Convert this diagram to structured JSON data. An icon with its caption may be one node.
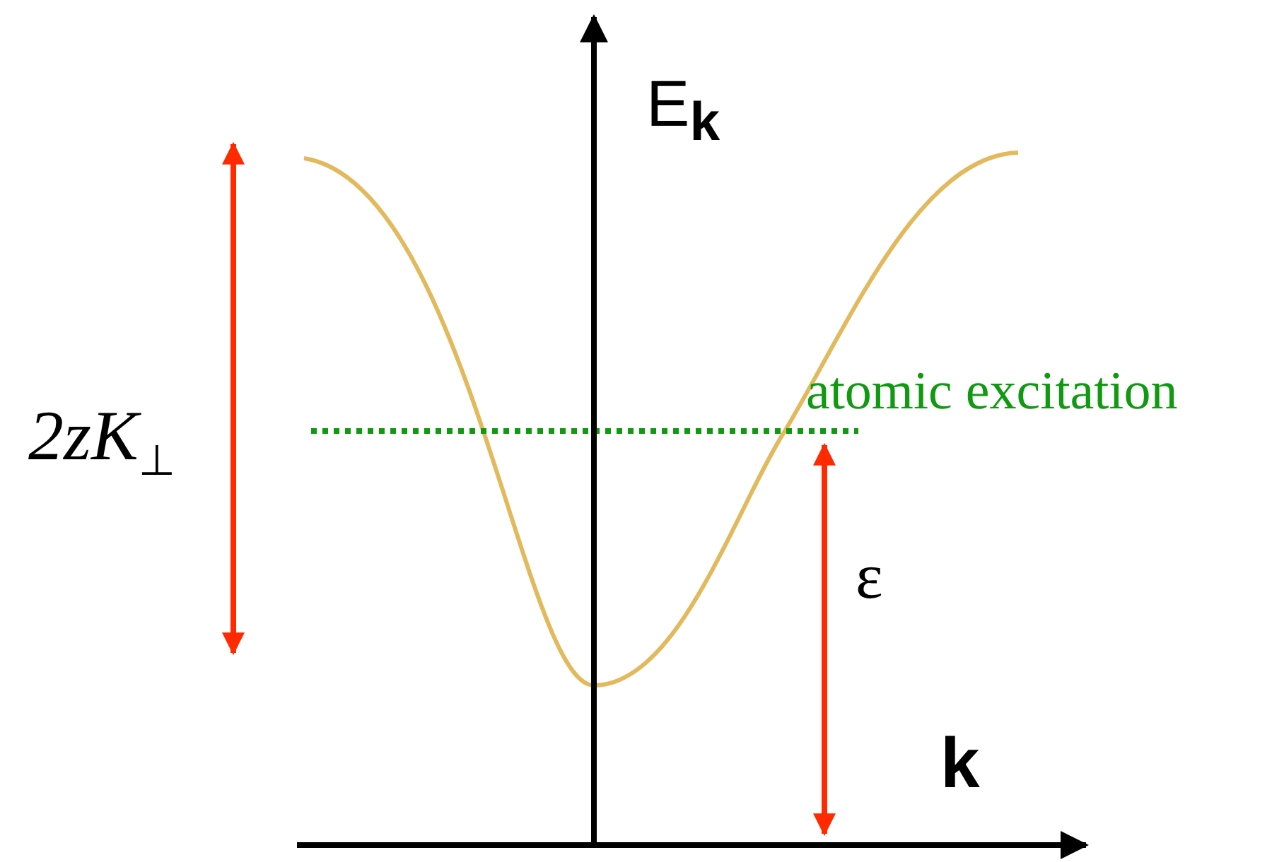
{
  "diagram": {
    "labels": [
      "E$_{k}$",
      "2zK$_{⊥}$",
      "atomic excitation",
      "ε",
      "k"
    ]
  }
}
